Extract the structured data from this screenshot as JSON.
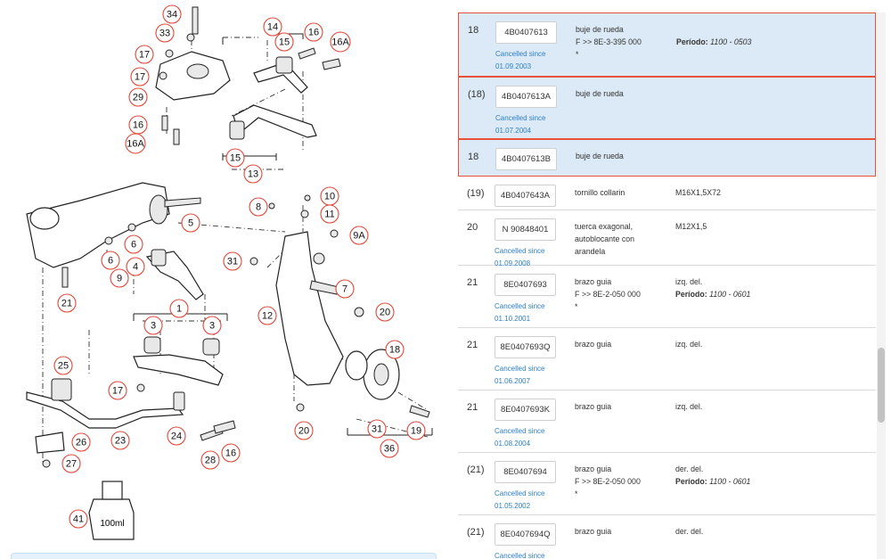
{
  "diagram": {
    "callouts": [
      "34",
      "33",
      "14",
      "15",
      "16",
      "16A",
      "17",
      "17",
      "29",
      "16",
      "16A",
      "15",
      "13",
      "8",
      "10",
      "11",
      "9A",
      "5",
      "6",
      "6",
      "4",
      "9",
      "31",
      "7",
      "21",
      "1",
      "12",
      "3",
      "3",
      "20",
      "18",
      "25",
      "17",
      "24",
      "26",
      "23",
      "28",
      "16",
      "20",
      "31",
      "19",
      "36",
      "27",
      "41"
    ],
    "bottle_label": "100ml"
  },
  "parts": [
    {
      "pos": "18",
      "pn": "4B0407613",
      "cancelled": "Cancelled since",
      "cancelled_date": "01.09.2003",
      "desc": "buje de rueda",
      "desc2": "F >> 8E-3-395 000",
      "desc3": "*",
      "spec_label": "Período:",
      "spec_value": "1100 - 0503",
      "spec": ""
    },
    {
      "pos": "(18)",
      "pn": "4B0407613A",
      "cancelled": "Cancelled since",
      "cancelled_date": "01.07.2004",
      "desc": "buje de rueda",
      "desc2": "",
      "desc3": "",
      "spec_label": "",
      "spec_value": "",
      "spec": ""
    },
    {
      "pos": "18",
      "pn": "4B0407613B",
      "cancelled": "",
      "cancelled_date": "",
      "desc": "buje de rueda",
      "desc2": "",
      "desc3": "",
      "spec_label": "",
      "spec_value": "",
      "spec": ""
    },
    {
      "pos": "(19)",
      "pn": "4B0407643A",
      "cancelled": "",
      "cancelled_date": "",
      "desc": "tornillo collarin",
      "desc2": "",
      "desc3": "",
      "spec_label": "",
      "spec_value": "",
      "spec": "M16X1,5X72"
    },
    {
      "pos": "20",
      "pn": "N 90848401",
      "cancelled": "Cancelled since",
      "cancelled_date": "01.09.2008",
      "desc": "tuerca exagonal,",
      "desc2": "autoblocante con",
      "desc3": "arandela",
      "spec_label": "",
      "spec_value": "",
      "spec": "M12X1,5"
    },
    {
      "pos": "21",
      "pn": "8E0407693",
      "cancelled": "Cancelled since",
      "cancelled_date": "01.10.2001",
      "desc": "brazo guia",
      "desc2": "F >> 8E-2-050 000",
      "desc3": "*",
      "spec_label": "Período:",
      "spec_value": "1100 - 0601",
      "spec": "izq. del."
    },
    {
      "pos": "21",
      "pn": "8E0407693Q",
      "cancelled": "Cancelled since",
      "cancelled_date": "01.06.2007",
      "desc": "brazo guia",
      "desc2": "",
      "desc3": "",
      "spec_label": "",
      "spec_value": "",
      "spec": "izq. del."
    },
    {
      "pos": "21",
      "pn": "8E0407693K",
      "cancelled": "Cancelled since",
      "cancelled_date": "01.08.2004",
      "desc": "brazo guia",
      "desc2": "",
      "desc3": "",
      "spec_label": "",
      "spec_value": "",
      "spec": "izq. del."
    },
    {
      "pos": "(21)",
      "pn": "8E0407694",
      "cancelled": "Cancelled since",
      "cancelled_date": "01.05.2002",
      "desc": "brazo guia",
      "desc2": "F >> 8E-2-050 000",
      "desc3": "*",
      "spec_label": "Período:",
      "spec_value": "1100 - 0601",
      "spec": "der. del."
    },
    {
      "pos": "(21)",
      "pn": "8E0407694Q",
      "cancelled": "Cancelled since",
      "cancelled_date": "",
      "desc": "brazo guia",
      "desc2": "",
      "desc3": "",
      "spec_label": "",
      "spec_value": "",
      "spec": "der. del."
    }
  ],
  "colors": {
    "highlight_bg": "#dbeaf6",
    "highlight_border": "#e8503a",
    "link": "#2d7fc8",
    "callout_ring": "#e0483a"
  }
}
